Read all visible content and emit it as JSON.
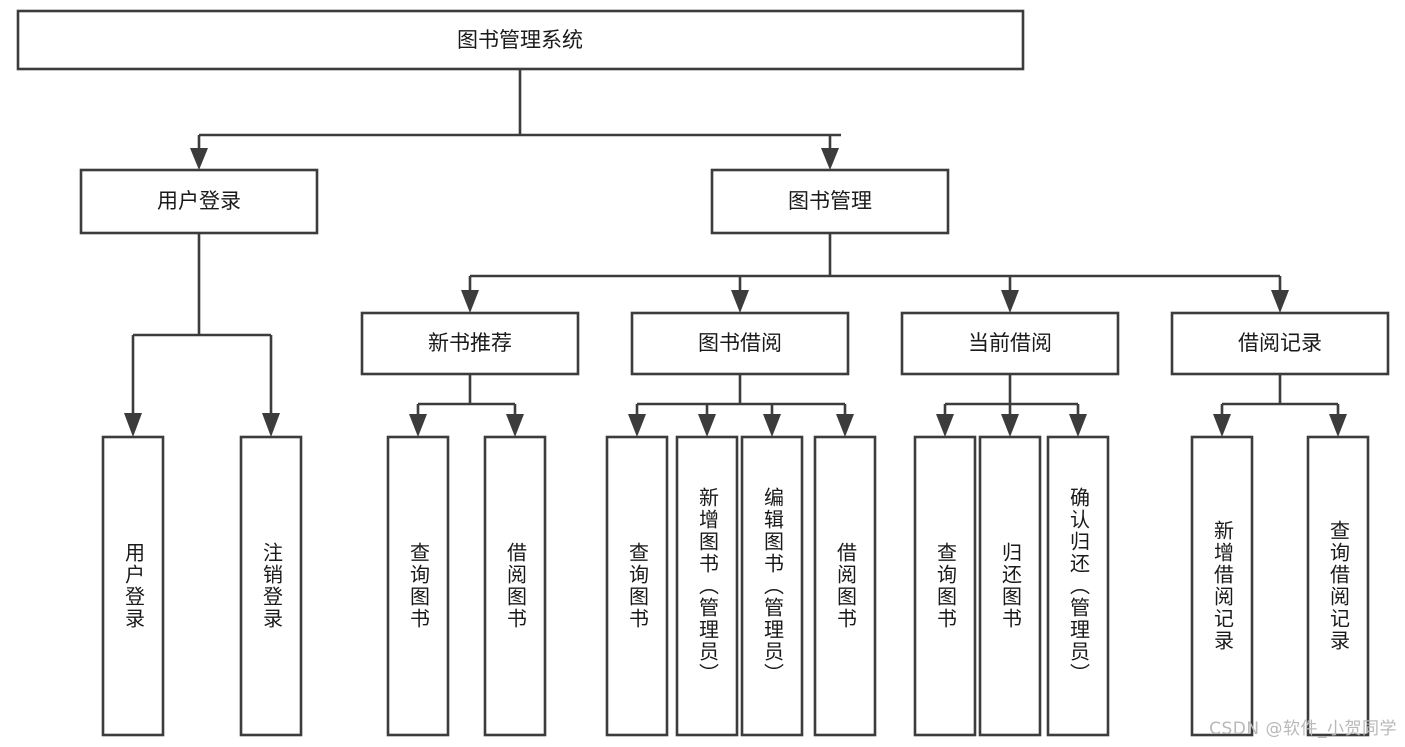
{
  "diagram": {
    "title": "图书管理系统",
    "type": "tree",
    "watermark": "CSDN @软件_小贺同学",
    "colors": {
      "stroke": "#3c3c3c",
      "box_fill": "#ffffff",
      "text": "#1a1a1a",
      "background": "#ffffff",
      "watermark": "#b9b9b9"
    },
    "root": {
      "label": "图书管理系统"
    },
    "level2": [
      {
        "label": "用户登录"
      },
      {
        "label": "图书管理"
      }
    ],
    "level3": [
      {
        "label": "新书推荐"
      },
      {
        "label": "图书借阅"
      },
      {
        "label": "当前借阅"
      },
      {
        "label": "借阅记录"
      }
    ],
    "leaves": {
      "user_login": [
        {
          "label": "用户登录"
        },
        {
          "label": "注销登录"
        }
      ],
      "new_book_recommend": [
        {
          "label": "查询图书"
        },
        {
          "label": "借阅图书"
        }
      ],
      "book_borrow": [
        {
          "label": "查询图书"
        },
        {
          "label": "新增图书（管理员）"
        },
        {
          "label": "编辑图书（管理员）"
        },
        {
          "label": "借阅图书"
        }
      ],
      "current_borrow": [
        {
          "label": "查询图书"
        },
        {
          "label": "归还图书"
        },
        {
          "label": "确认归还（管理员）"
        }
      ],
      "borrow_record": [
        {
          "label": "新增借阅记录"
        },
        {
          "label": "查询借阅记录"
        }
      ]
    }
  }
}
